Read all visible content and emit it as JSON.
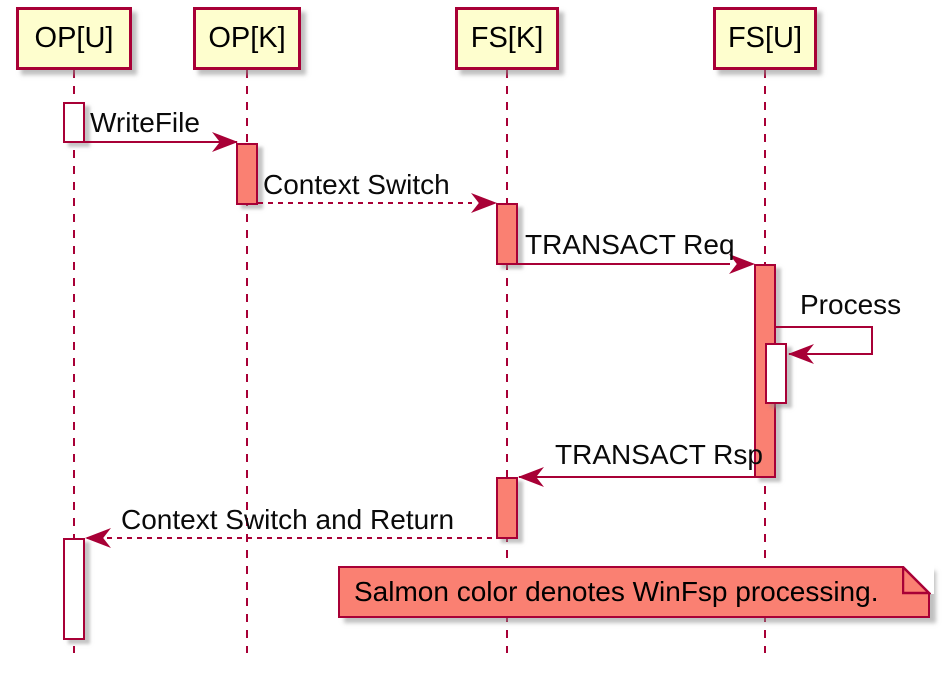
{
  "diagram": {
    "type": "sequence-diagram",
    "style": "plantuml"
  },
  "participants": [
    {
      "label": "OP[U]"
    },
    {
      "label": "OP[K]"
    },
    {
      "label": "FS[K]"
    },
    {
      "label": "FS[U]"
    }
  ],
  "messages": [
    {
      "label": "WriteFile",
      "from": "OP[U]",
      "to": "OP[K]",
      "line": "solid"
    },
    {
      "label": "Context Switch",
      "from": "OP[K]",
      "to": "FS[K]",
      "line": "dashed"
    },
    {
      "label": "TRANSACT Req",
      "from": "FS[K]",
      "to": "FS[U]",
      "line": "solid"
    },
    {
      "label": "Process",
      "from": "FS[U]",
      "to": "FS[U]",
      "line": "solid",
      "self_message": true
    },
    {
      "label": "TRANSACT Rsp",
      "from": "FS[U]",
      "to": "FS[K]",
      "line": "solid"
    },
    {
      "label": "Context Switch and Return",
      "from": "FS[K]",
      "to": "OP[U]",
      "line": "dashed"
    }
  ],
  "note": {
    "text": "Salmon color denotes WinFsp processing."
  },
  "colors": {
    "salmon_fill": "#FA8072",
    "crimson_line": "#A80036",
    "participant_fill": "#FEFECE",
    "text": "#000000",
    "background": "#FFFFFF"
  }
}
